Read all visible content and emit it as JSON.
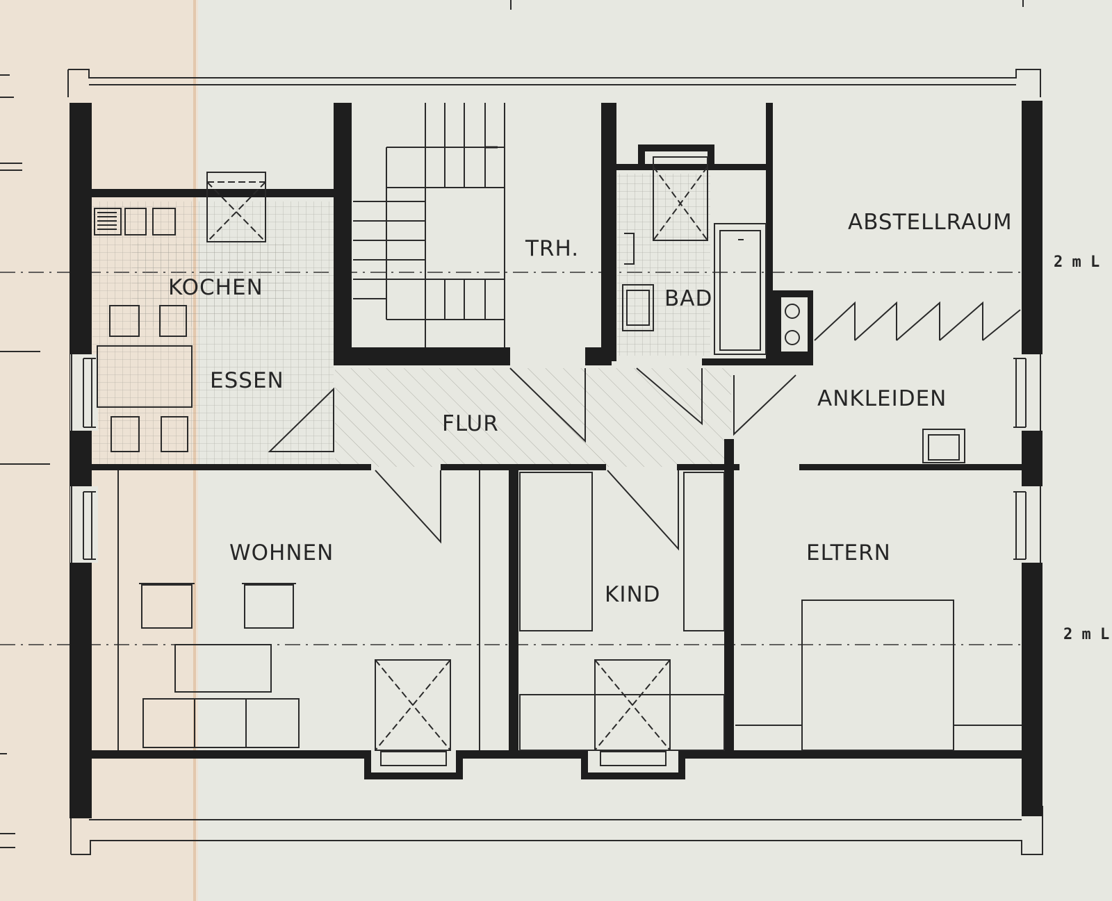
{
  "rooms": {
    "kochen": "KOCHEN",
    "essen": "ESSEN",
    "trh": "TRH.",
    "bad": "BAD",
    "abstellraum": "ABSTELLRAUM",
    "flur": "FLUR",
    "ankleiden": "ANKLEIDEN",
    "wohnen": "WOHNEN",
    "kind": "KIND",
    "eltern": "ELTERN"
  },
  "height_lines": [
    {
      "label": "2 m L"
    },
    {
      "label": "2 m L"
    }
  ],
  "colors": {
    "paper": "#e7e8e1",
    "paper_tint": "#efe0cf",
    "ink": "#1e1e1e"
  }
}
